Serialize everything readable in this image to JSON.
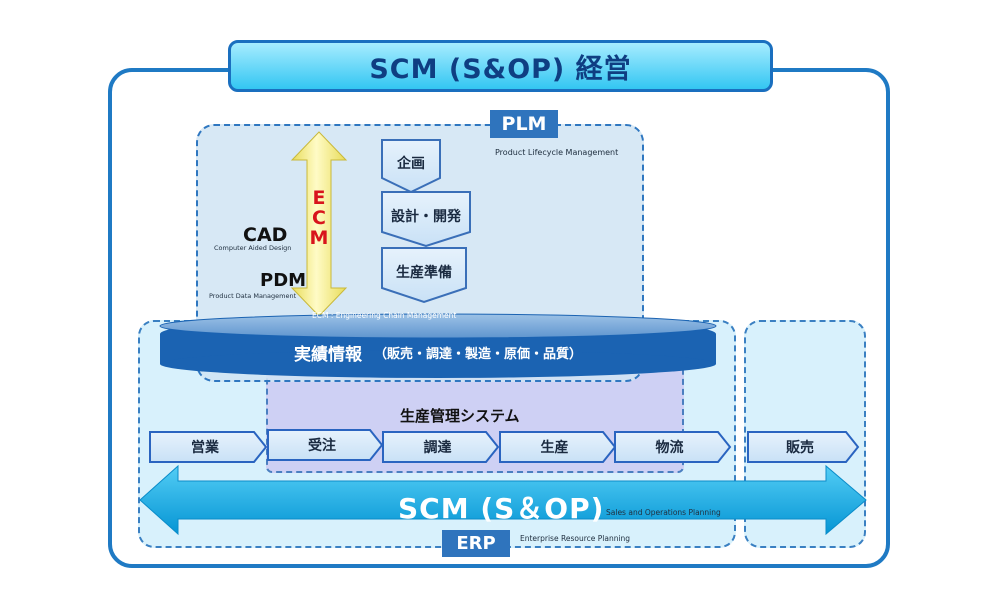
{
  "header": {
    "title": "SCM (S&OP) 経営"
  },
  "plm": {
    "label": "PLM",
    "subtitle": "Product Lifecycle Management"
  },
  "cad": {
    "label": "CAD",
    "subtitle": "Computer Aided Design"
  },
  "pdm": {
    "label": "PDM",
    "subtitle": "Product Data Management"
  },
  "ecm": {
    "letters": [
      "E",
      "C",
      "M"
    ],
    "subtitle": "ECM : Engineering Chain Management"
  },
  "plm_steps": [
    "企画",
    "設計・開発",
    "生産準備"
  ],
  "results": {
    "label": "実績情報",
    "detail": "（販売・調達・製造・原価・品質）"
  },
  "production_system": {
    "label": "生産管理システム"
  },
  "flow_steps": [
    "営業",
    "受注",
    "調達",
    "生産",
    "物流"
  ],
  "sales_step": "販売",
  "scm": {
    "label": "SCM (S＆OP)",
    "subtitle": "Sales and Operations Planning"
  },
  "erp": {
    "label": "ERP",
    "subtitle": "Enterprise Resource Planning"
  },
  "colors": {
    "frame_blue": "#1f7ac4",
    "label_blue": "#2f74bd",
    "ecm_red": "#d8141c",
    "arrow_yellow": "#fff8a8",
    "scm_arrow": "#0aa6e6",
    "banner_top": "#a6ecff"
  }
}
